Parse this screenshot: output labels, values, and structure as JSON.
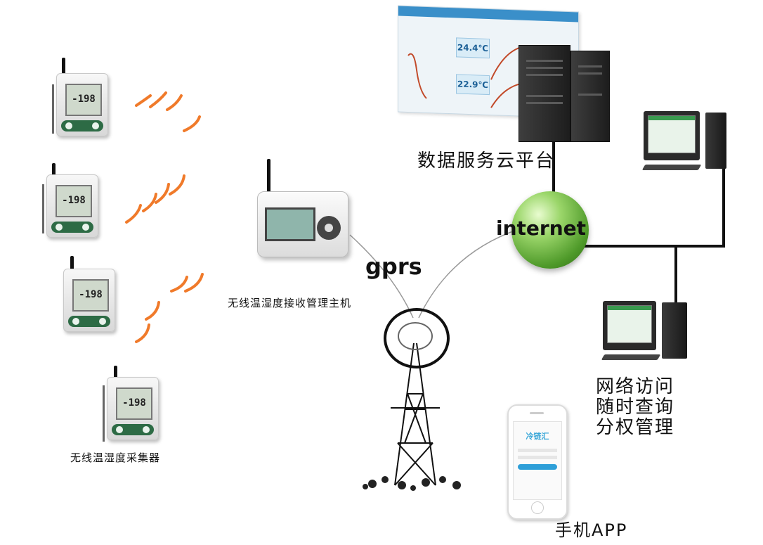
{
  "sensors": {
    "reading": "-198",
    "label": "无线温湿度采集器"
  },
  "receiver": {
    "label": "无线温湿度接收管理主机"
  },
  "network": {
    "gprs_label": "gprs",
    "internet_label": "internet"
  },
  "cloud": {
    "label": "数据服务云平台",
    "temp_1": "24.4℃",
    "temp_2": "22.9℃"
  },
  "pc_access": {
    "features": [
      "网络访问",
      "随时查询",
      "分权管理"
    ]
  },
  "mobile": {
    "label": "手机APP",
    "app_name": "冷链汇"
  },
  "colors": {
    "signal_waves": "#f07a2a",
    "globe": "#6ab83a",
    "line": "#111111"
  }
}
